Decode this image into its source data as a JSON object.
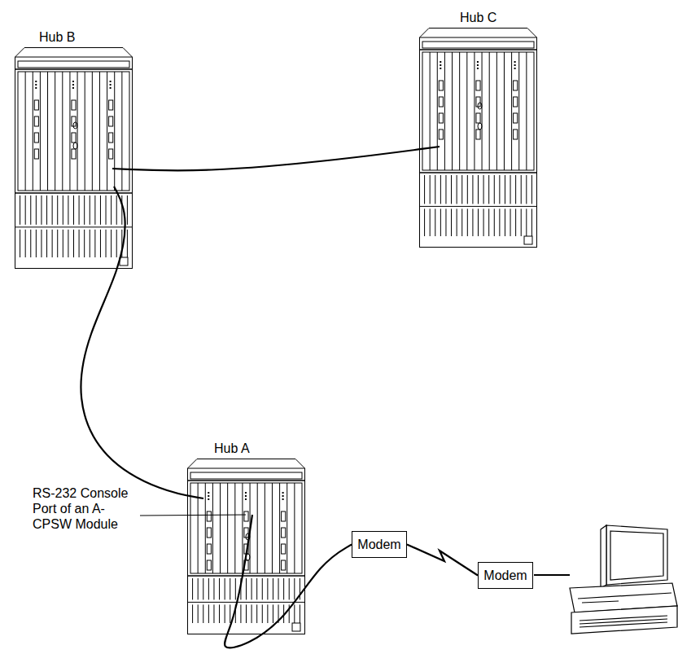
{
  "diagram": {
    "nodes": [
      {
        "text": [
          "Hub B"
        ]
      },
      {
        "text": [
          "Hub C"
        ]
      },
      {
        "text": [
          "Hub A"
        ]
      },
      {
        "text": [
          "Modem"
        ]
      },
      {
        "text": [
          "Modem"
        ]
      }
    ],
    "edges": [
      {
        "from": 0,
        "to": 1,
        "arrow": "none"
      },
      {
        "from": 0,
        "to": 2,
        "arrow": "none"
      },
      {
        "from": 2,
        "to": 3,
        "arrow": "none"
      },
      {
        "from": 3,
        "to": 4,
        "arrow": "none"
      }
    ],
    "labels": [
      "RS-232 Console Port of an A-CPSW Module"
    ]
  }
}
